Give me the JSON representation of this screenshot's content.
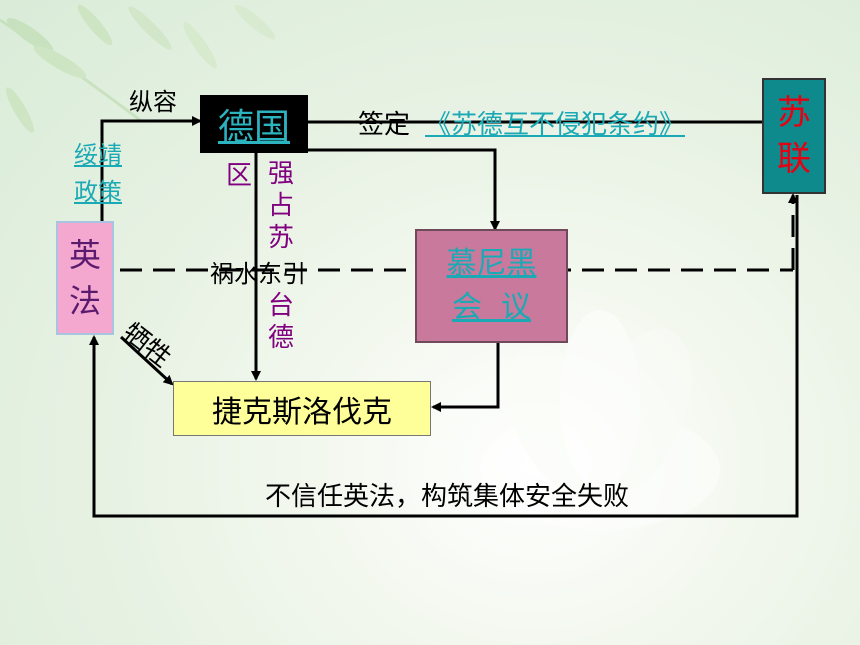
{
  "nodes": {
    "germany": "德国",
    "soviet": "苏\n联",
    "ukfr": "英\n法",
    "munich": "慕尼黑\n会  议",
    "czech": "捷克斯洛伐克"
  },
  "labels": {
    "connive": "纵容",
    "appease": "绥靖\n政策",
    "sign": "签定",
    "treaty": "《苏德互不侵犯条约》",
    "qu": "区",
    "vertical_1": "强占苏",
    "vertical_2": "台德",
    "eastward": "祸水东引",
    "sacrifice": "牺牲",
    "distrust": "不信任英法，构筑集体安全失败"
  },
  "colors": {
    "link_text": "#1aa9b5",
    "purple_text": "#800080",
    "soviet_text": "#e60012",
    "germany_bg": "#000000",
    "soviet_bg": "#0e8a8c",
    "ukfr_bg": "#f4a7cf",
    "munich_bg": "#c97a9c",
    "czech_bg": "#ffff99"
  }
}
